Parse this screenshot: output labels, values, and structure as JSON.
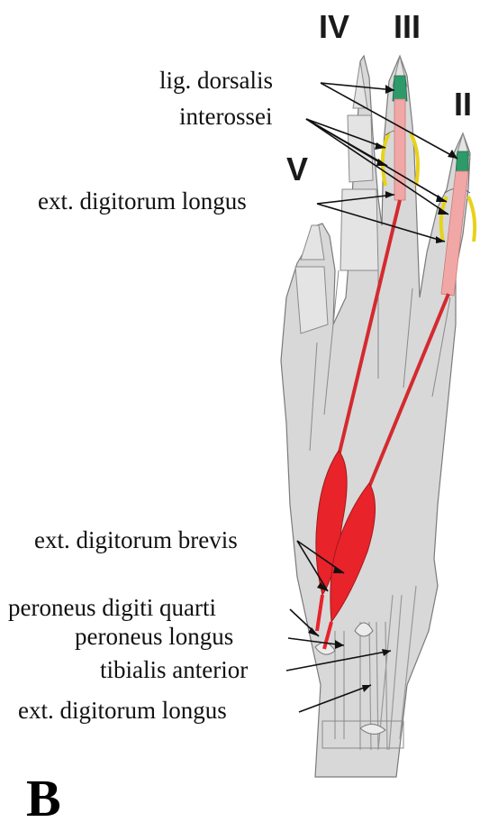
{
  "panel_label": "B",
  "digit_labels": {
    "iv": "IV",
    "iii": "III",
    "ii": "II",
    "v": "V"
  },
  "labels": {
    "lig_dorsalis": "lig. dorsalis",
    "interossei": "interossei",
    "ext_digitorum_longus_top": "ext. digitorum longus",
    "ext_digitorum_brevis": "ext. digitorum brevis",
    "peroneus_digiti_quarti": "peroneus digiti quarti",
    "peroneus_longus": "peroneus longus",
    "tibialis_anterior": "tibialis anterior",
    "ext_digitorum_longus_bottom": "ext. digitorum longus"
  },
  "colors": {
    "muscle_red": "#e8232a",
    "tendon_red": "#d42a2f",
    "tendon_pink": "#f2a7a7",
    "ligament_green": "#2e9a6a",
    "interossei_yellow": "#f2e21a",
    "bone_gray": "#d8d8d8",
    "outline_gray": "#7a7a7a"
  }
}
